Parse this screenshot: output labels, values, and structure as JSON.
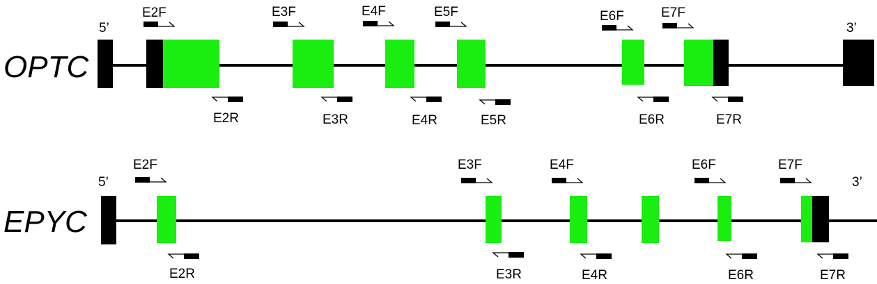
{
  "colors": {
    "coding_exon": "#19ee10",
    "utr_exon": "#000000",
    "intron": "#000000"
  },
  "genes": [
    {
      "name": "OPTC",
      "five_prime": "5’",
      "three_prime": "3’",
      "forward_primers": [
        "E2F",
        "E3F",
        "E4F",
        "E5F",
        "E6F",
        "E7F"
      ],
      "reverse_primers": [
        "E2R",
        "E3R",
        "E4R",
        "E5R",
        "E6R",
        "E7R"
      ]
    },
    {
      "name": "EPYC",
      "five_prime": "5’",
      "three_prime": "3’",
      "forward_primers": [
        "E2F",
        "E3F",
        "E4F",
        "E6F",
        "E7F"
      ],
      "reverse_primers": [
        "E2R",
        "E3R",
        "E4R",
        "E6R",
        "E7R"
      ]
    }
  ]
}
